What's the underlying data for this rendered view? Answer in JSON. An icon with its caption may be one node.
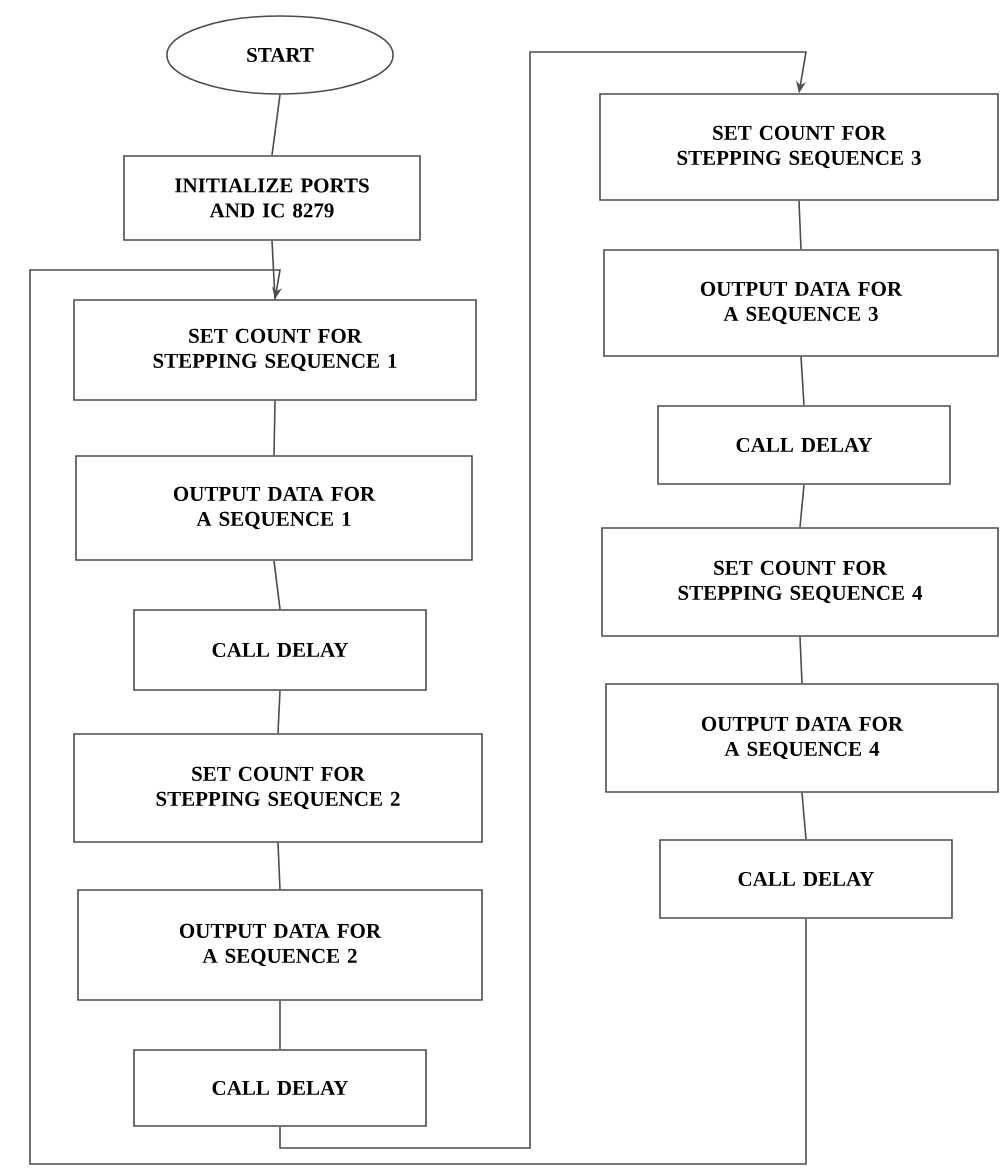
{
  "diagram": {
    "nodes": [
      {
        "text": [
          "START"
        ]
      },
      {
        "text": [
          "INITIALIZE PORTS AND IC 8279"
        ]
      },
      {
        "text": [
          "SET COUNT FOR STEPPING SEQUENCE 1"
        ]
      },
      {
        "text": [
          "OUTPUT DATA FOR A SEQUENCE 1"
        ]
      },
      {
        "text": [
          "CALL DELAY"
        ]
      },
      {
        "text": [
          "SET COUNT FOR STEPPING SEQUENCE 2"
        ]
      },
      {
        "text": [
          "OUTPUT DATA FOR A SEQUENCE 2"
        ]
      },
      {
        "text": [
          "CALL DELAY"
        ]
      },
      {
        "text": [
          "SET COUNT FOR STEPPING SEQUENCE 3"
        ]
      },
      {
        "text": [
          "OUTPUT DATA FOR A SEQUENCE 3"
        ]
      },
      {
        "text": [
          "CALL DELAY"
        ]
      },
      {
        "text": [
          "SET COUNT FOR STEPPING SEQUENCE 4"
        ]
      },
      {
        "text": [
          "OUTPUT DATA FOR A SEQUENCE 4"
        ]
      },
      {
        "text": [
          "CALL DELAY"
        ]
      }
    ],
    "edges": [
      {
        "from": 0,
        "to": 1,
        "arrow": "none"
      },
      {
        "from": 1,
        "to": 2,
        "arrow": "none"
      },
      {
        "from": 2,
        "to": 3,
        "arrow": "none"
      },
      {
        "from": 3,
        "to": 4,
        "arrow": "none"
      },
      {
        "from": 4,
        "to": 5,
        "arrow": "none"
      },
      {
        "from": 5,
        "to": 6,
        "arrow": "none"
      },
      {
        "from": 6,
        "to": 7,
        "arrow": "none"
      },
      {
        "from": 7,
        "to": 8,
        "arrow": "to"
      },
      {
        "from": 8,
        "to": 9,
        "arrow": "none"
      },
      {
        "from": 9,
        "to": 10,
        "arrow": "none"
      },
      {
        "from": 10,
        "to": 11,
        "arrow": "none"
      },
      {
        "from": 11,
        "to": 12,
        "arrow": "none"
      },
      {
        "from": 12,
        "to": 13,
        "arrow": "none"
      },
      {
        "from": 13,
        "to": 2,
        "arrow": "to"
      }
    ]
  }
}
